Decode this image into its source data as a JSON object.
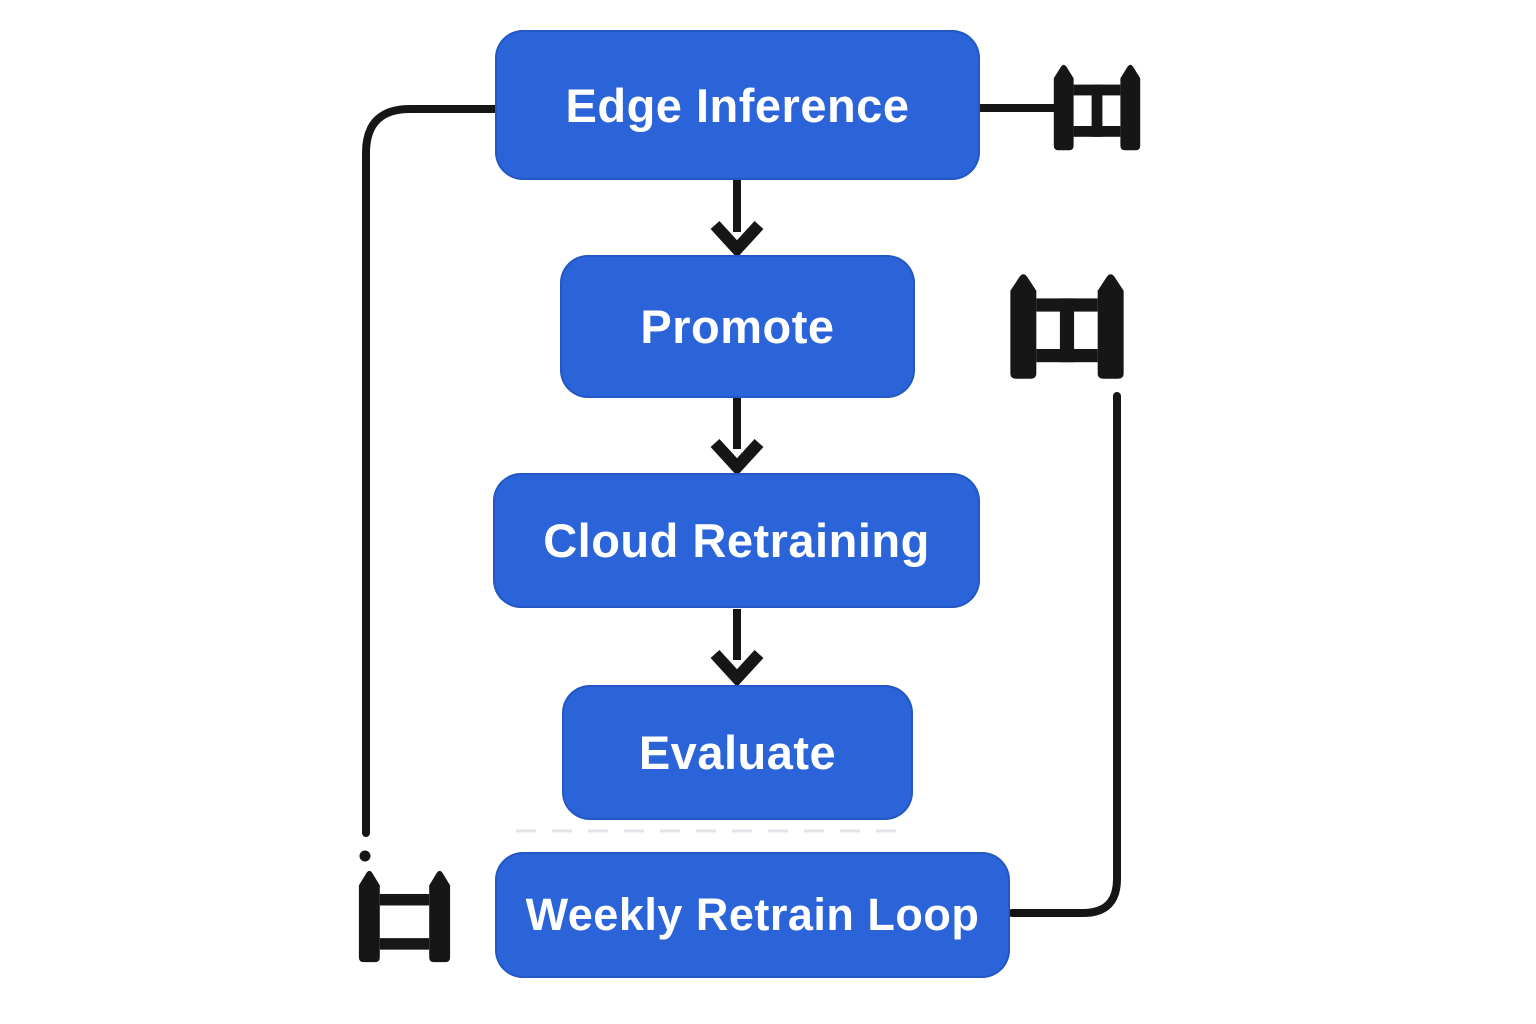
{
  "diagram": {
    "type": "flowchart",
    "nodes": [
      {
        "id": "edge-inference",
        "label": "Edge Inference"
      },
      {
        "id": "promote",
        "label": "Promote"
      },
      {
        "id": "cloud-retraining",
        "label": "Cloud Retraining"
      },
      {
        "id": "evaluate",
        "label": "Evaluate"
      },
      {
        "id": "weekly-retrain-loop",
        "label": "Weekly Retrain Loop"
      }
    ],
    "edges": [
      {
        "from": "edge-inference",
        "to": "promote",
        "style": "arrow-down"
      },
      {
        "from": "promote",
        "to": "cloud-retraining",
        "style": "arrow-down"
      },
      {
        "from": "cloud-retraining",
        "to": "evaluate",
        "style": "arrow-down"
      },
      {
        "from": "edge-inference",
        "to": "fence-icon-top-right",
        "style": "straight-line"
      },
      {
        "from": "edge-inference",
        "to": "fence-icon-bottom-left",
        "style": "elbow-line-left"
      },
      {
        "from": "fence-icon-middle-right",
        "to": "weekly-retrain-loop",
        "style": "elbow-line-right"
      }
    ],
    "icons": [
      {
        "id": "fence-icon-top-right",
        "glyph": "picket-fence-with-center-bar"
      },
      {
        "id": "fence-icon-middle-right",
        "glyph": "picket-fence-with-center-bar"
      },
      {
        "id": "fence-icon-bottom-left",
        "glyph": "picket-fence-plain"
      }
    ],
    "colors": {
      "node_fill": "#2b64d8",
      "node_text": "#ffffff",
      "line": "#161616",
      "background": "#ffffff"
    }
  }
}
